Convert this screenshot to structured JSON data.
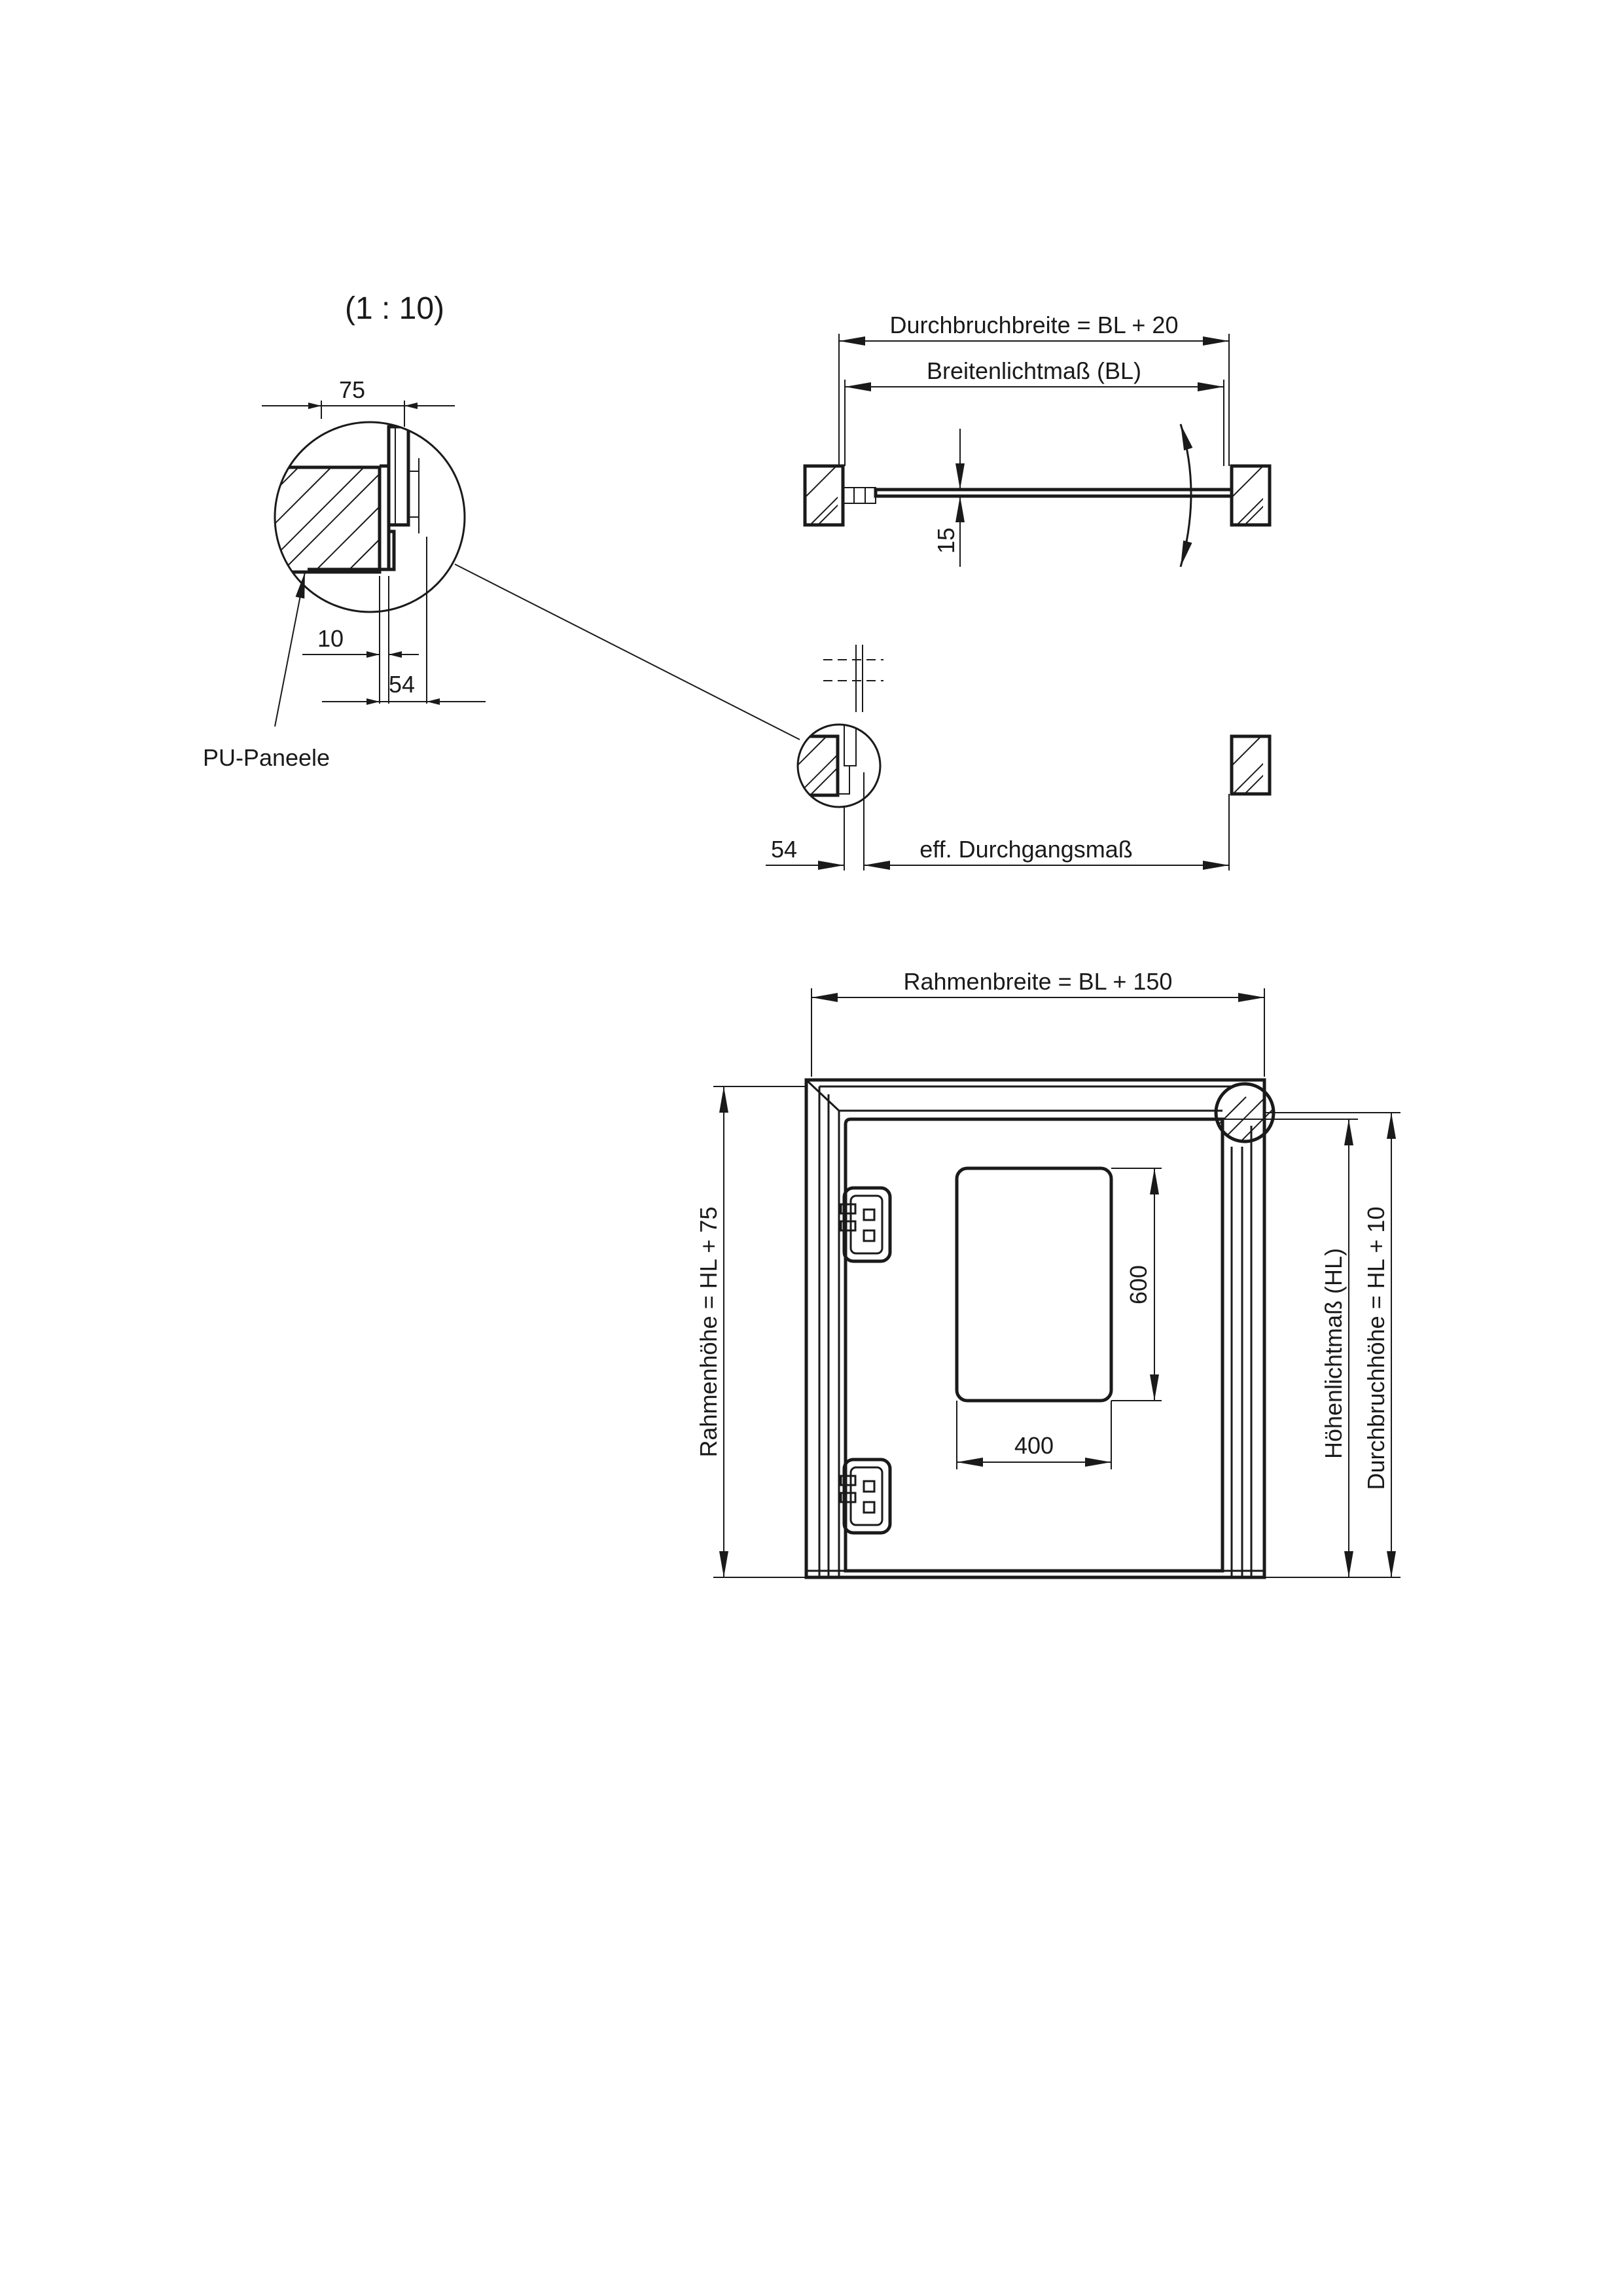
{
  "scale": "(1 : 10)",
  "detail": {
    "dim_top": "75",
    "dim_left": "10",
    "dim_bottom": "54",
    "material_label": "PU-Paneele"
  },
  "plan_top": {
    "outer_width": "Durchbruchbreite = BL + 20",
    "clear_width": "Breitenlichtmaß (BL)",
    "panel_thickness": "15"
  },
  "plan_bottom": {
    "dim_left": "54",
    "passage_width": "eff. Durchgangsmaß"
  },
  "elevation": {
    "frame_width": "Rahmenbreite = BL + 150",
    "frame_height": "Rahmenhöhe = HL + 75",
    "clear_height": "Höhenlichtmaß (HL)",
    "opening_height": "Durchbruchhöhe = HL + 10",
    "window_height": "600",
    "window_width": "400"
  }
}
